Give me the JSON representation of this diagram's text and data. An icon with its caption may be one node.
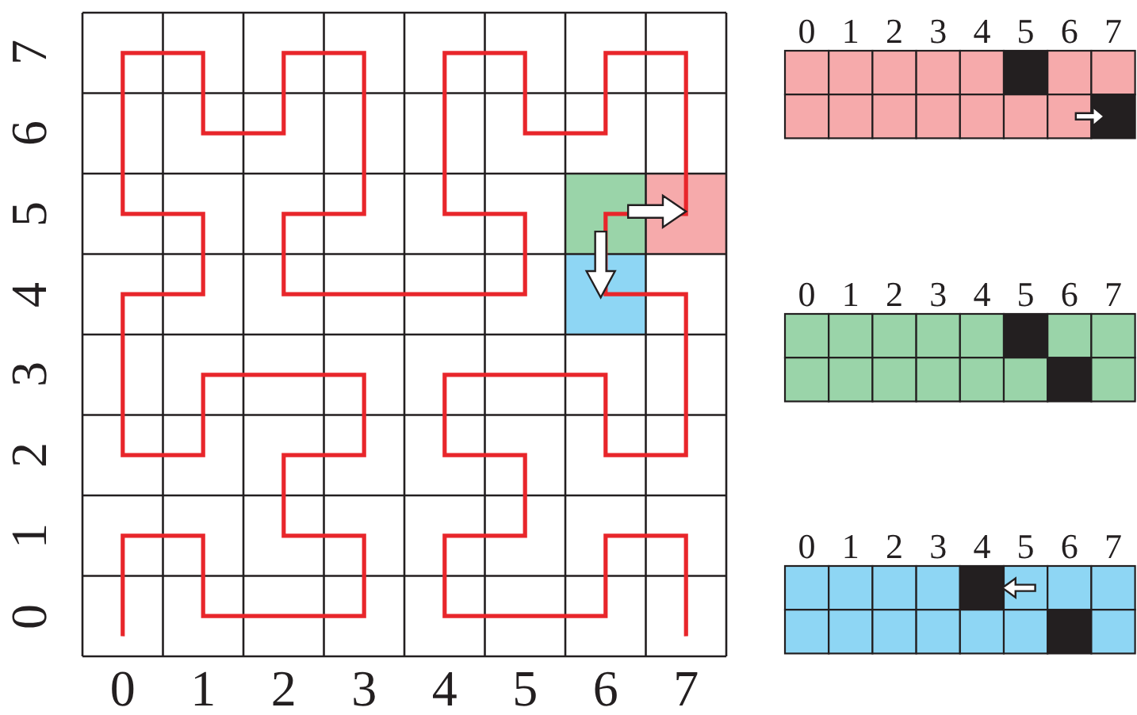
{
  "diagram": {
    "labels": [
      "7",
      "6",
      "5",
      "4",
      "3",
      "2",
      "1",
      "0",
      "0",
      "1",
      "2",
      "3",
      "4",
      "5",
      "6",
      "7",
      "0",
      "1",
      "2",
      "3",
      "4",
      "5",
      "6",
      "7",
      "0",
      "1",
      "2",
      "3",
      "4",
      "5",
      "6",
      "7",
      "0",
      "1",
      "2",
      "3",
      "4",
      "5",
      "6",
      "7"
    ]
  }
}
